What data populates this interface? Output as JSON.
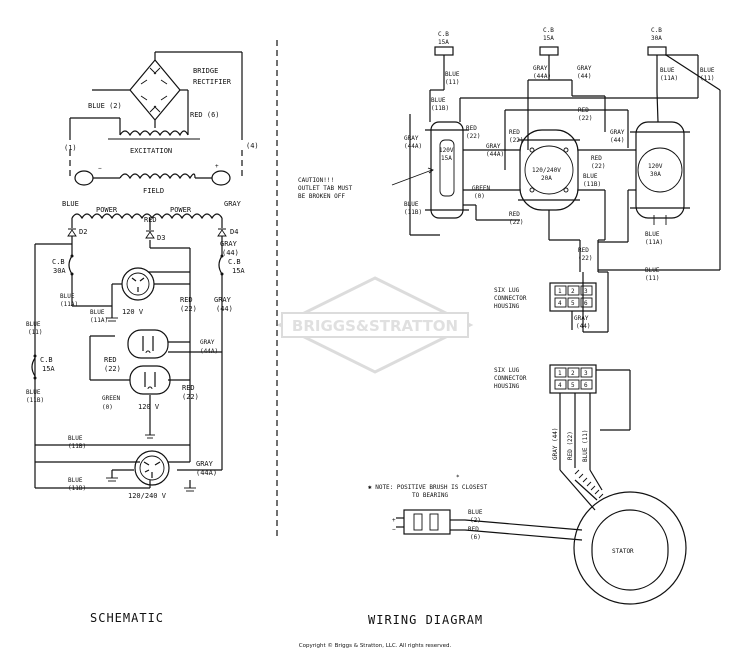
{
  "schematic": {
    "bridge_rectifier": "BRIDGE",
    "bridge_rectifier2": "RECTIFIER",
    "blue2": "BLUE (2)",
    "red6": "RED (6)",
    "t1": "(1)",
    "t4": "(4)",
    "excitation": "EXCITATION",
    "field": "FIELD",
    "blue_top": "BLUE",
    "power1": "POWER",
    "red_top": "RED",
    "power2": "POWER",
    "gray_top": "GRAY",
    "d2": "D2",
    "d3": "D3",
    "d4": "D4",
    "cb30": "C.B",
    "cb30v": "30A",
    "gray44": "GRAY",
    "gray44n": "(44)",
    "cb15r": "C.B",
    "cb15rv": "15A",
    "blue11a_1": "BLUE",
    "blue11a_1n": "(11A)",
    "blue11a_2": "BLUE",
    "blue11a_2n": "(11A)",
    "v120a": "120 V",
    "red22_1": "RED",
    "red22_1n": "(22)",
    "gray_r": "GRAY",
    "gray_rn": "(44)",
    "blue11": "BLUE",
    "blue11n": "(11)",
    "cb15l": "C.B",
    "cb15lv": "15A",
    "gray44a": "GRAY",
    "gray44an": "(44A)",
    "red22_2": "RED",
    "red22_2n": "(22)",
    "red22_3": "RED",
    "red22_3n": "(22)",
    "blue11b_0": "BLUE",
    "blue11b_0n": "(11B)",
    "green0": "GREEN",
    "green0n": "(0)",
    "v120b": "120 V",
    "blue11b_1": "BLUE",
    "blue11b_1n": "(11B)",
    "blue11b_2": "BLUE",
    "blue11b_2n": "(11B)",
    "gray44a_2": "GRAY",
    "gray44a_2n": "(44A)",
    "v240": "120/240 V",
    "title": "SCHEMATIC"
  },
  "wiring": {
    "cb15a": "C.B",
    "cb15av": "15A",
    "cb15b": "C.B",
    "cb15bv": "15A",
    "cb30": "C.B",
    "cb30v": "30A",
    "blue11": "BLUE",
    "blue11n": "(11)",
    "gray44a": "GRAY",
    "gray44an": "(44A)",
    "gray44": "GRAY",
    "gray44n": "(44)",
    "blue11_r": "BLUE",
    "blue11_rn": "(11)",
    "blue11a_r": "BLUE",
    "blue11a_rn": "(11A)",
    "blue11b": "BLUE",
    "blue11bn": "(11B)",
    "red22": "RED",
    "red22n": "(22)",
    "gray44a_l": "GRAY",
    "gray44a_ln": "(44A)",
    "red22_b": "RED",
    "red22_bn": "(22)",
    "gray44a_m": "GRAY",
    "gray44a_mn": "(44A)",
    "red22_c": "RED",
    "red22_cn": "(22)",
    "gray44_c": "GRAY",
    "gray44_cn": "(44)",
    "red22_d": "RED",
    "red22_dn": "(22)",
    "outlet_120_15": "120V",
    "outlet_120_15b": "15A",
    "outlet_240_20": "120/240V",
    "outlet_240_20b": "20A",
    "outlet_120_30": "120V",
    "outlet_120_30b": "30A",
    "caution1": "CAUTION!!!",
    "caution2": "OUTLET TAB MUST",
    "caution3": "BE BROKEN OFF",
    "green0": "GREEN",
    "green0n": "(0)",
    "blue11b_2": "BLUE",
    "blue11b_2n": "(11B)",
    "red22_e": "RED",
    "red22_en": "(22)",
    "blue11b_3": "BLUE",
    "blue11b_3n": "(11B)",
    "blue11a_b": "BLUE",
    "blue11a_bn": "(11A)",
    "red22_f": "RED",
    "red22_fn": "(22)",
    "blue11_b": "BLUE",
    "blue11_bn": "(11)",
    "six_lug_1a": "SIX LUG",
    "six_lug_1b": "CONNECTOR",
    "six_lug_1c": "HOUSING",
    "gray44_b": "GRAY",
    "gray44_bn": "(44)",
    "six_lug_2a": "SIX LUG",
    "six_lug_2b": "CONNECTOR",
    "six_lug_2c": "HOUSING",
    "lug_nums": [
      "1",
      "2",
      "3",
      "4",
      "5",
      "6"
    ],
    "gray_v": "GRAY (44)",
    "red_v": "RED (22)",
    "blue_v": "BLUE (11)",
    "note1": "✱ NOTE: POSITIVE BRUSH IS CLOSEST",
    "note2": "TO BEARING",
    "asterisk": "*",
    "blue2": "BLUE",
    "blue2n": "(2)",
    "red6": "RED",
    "red6n": "(6)",
    "stator": "STATOR",
    "title": "WIRING DIAGRAM"
  },
  "watermark": "BRIGGS&STRATTON",
  "copyright": "Copyright © Briggs & Stratton, LLC. All rights reserved."
}
